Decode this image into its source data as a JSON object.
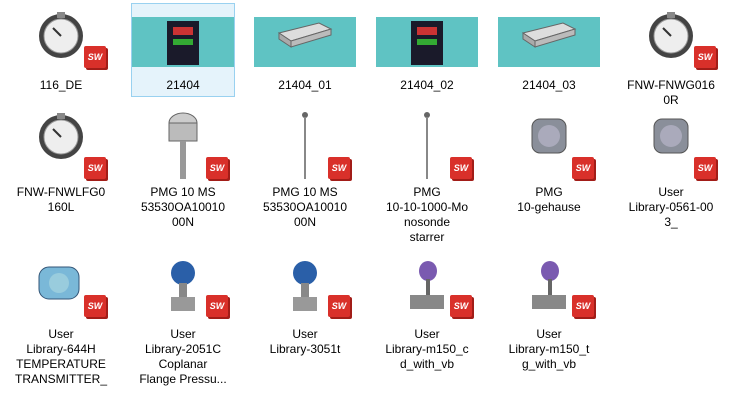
{
  "badge_logo": "SW",
  "colors": {
    "selection_bg": "#e5f3fb",
    "selection_border": "#99d1f0",
    "thumb_teal": "#5fc3c3",
    "badge_red": "#d9302a"
  },
  "files": [
    {
      "label": "116_DE",
      "icon": "gauge-icon",
      "teal": false,
      "selected": false
    },
    {
      "label": "21404",
      "icon": "controller-box-icon",
      "teal": true,
      "selected": true
    },
    {
      "label": "21404_01",
      "icon": "load-cell-icon",
      "teal": true,
      "selected": false
    },
    {
      "label": "21404_02",
      "icon": "controller-box-icon",
      "teal": true,
      "selected": false
    },
    {
      "label": "21404_03",
      "icon": "load-cell-icon",
      "teal": true,
      "selected": false
    },
    {
      "label": "FNW-FNWG0160R",
      "icon": "gauge-icon",
      "teal": false,
      "selected": false
    },
    {
      "label": "FNW-FNWLFG0160L",
      "icon": "gauge-icon",
      "teal": false,
      "selected": false
    },
    {
      "label": "PMG 10 MS 53530OA1001000N",
      "icon": "level-sensor-icon",
      "teal": false,
      "selected": false
    },
    {
      "label": "PMG 10 MS 53530OA1001000N",
      "icon": "probe-rod-icon",
      "teal": false,
      "selected": false
    },
    {
      "label": "PMG 10-10-1000-Monosonde starrer",
      "icon": "probe-rod-icon",
      "teal": false,
      "selected": false
    },
    {
      "label": "PMG 10-gehause",
      "icon": "housing-icon",
      "teal": false,
      "selected": false
    },
    {
      "label": "User Library-0561-003_",
      "icon": "housing-icon",
      "teal": false,
      "selected": false
    },
    {
      "label": "User Library-644H TEMPERATURE TRANSMITTER_",
      "icon": "transmitter-icon",
      "teal": false,
      "selected": false
    },
    {
      "label": "User Library-2051C Coplanar Flange Pressu...",
      "icon": "pressure-transmitter-icon",
      "teal": false,
      "selected": false
    },
    {
      "label": "User Library-3051t",
      "icon": "pressure-transmitter-icon",
      "teal": false,
      "selected": false
    },
    {
      "label": "User Library-m150_cd_with_vb",
      "icon": "valve-transmitter-icon",
      "teal": false,
      "selected": false
    },
    {
      "label": "User Library-m150_tg_with_vb",
      "icon": "valve-transmitter-icon",
      "teal": false,
      "selected": false
    }
  ],
  "display_labels": [
    [
      "116_DE"
    ],
    [
      "21404"
    ],
    [
      "21404_01"
    ],
    [
      "21404_02"
    ],
    [
      "21404_03"
    ],
    [
      "FNW-FNWG016",
      "0R"
    ],
    [
      "FNW-FNWLFG0",
      "160L"
    ],
    [
      "PMG 10 MS",
      "53530OA10010",
      "00N"
    ],
    [
      "PMG 10 MS",
      "53530OA10010",
      "00N"
    ],
    [
      "PMG",
      "10-10-1000-Mo",
      "nosonde",
      "starrer"
    ],
    [
      "PMG",
      "10-gehause"
    ],
    [
      "User",
      "Library-0561-00",
      "3_"
    ],
    [
      "User",
      "Library-644H",
      "TEMPERATURE",
      "TRANSMITTER_"
    ],
    [
      "User",
      "Library-2051C",
      "Coplanar",
      "Flange Pressu..."
    ],
    [
      "User",
      "Library-3051t"
    ],
    [
      "User",
      "Library-m150_c",
      "d_with_vb"
    ],
    [
      "User",
      "Library-m150_t",
      "g_with_vb"
    ]
  ]
}
